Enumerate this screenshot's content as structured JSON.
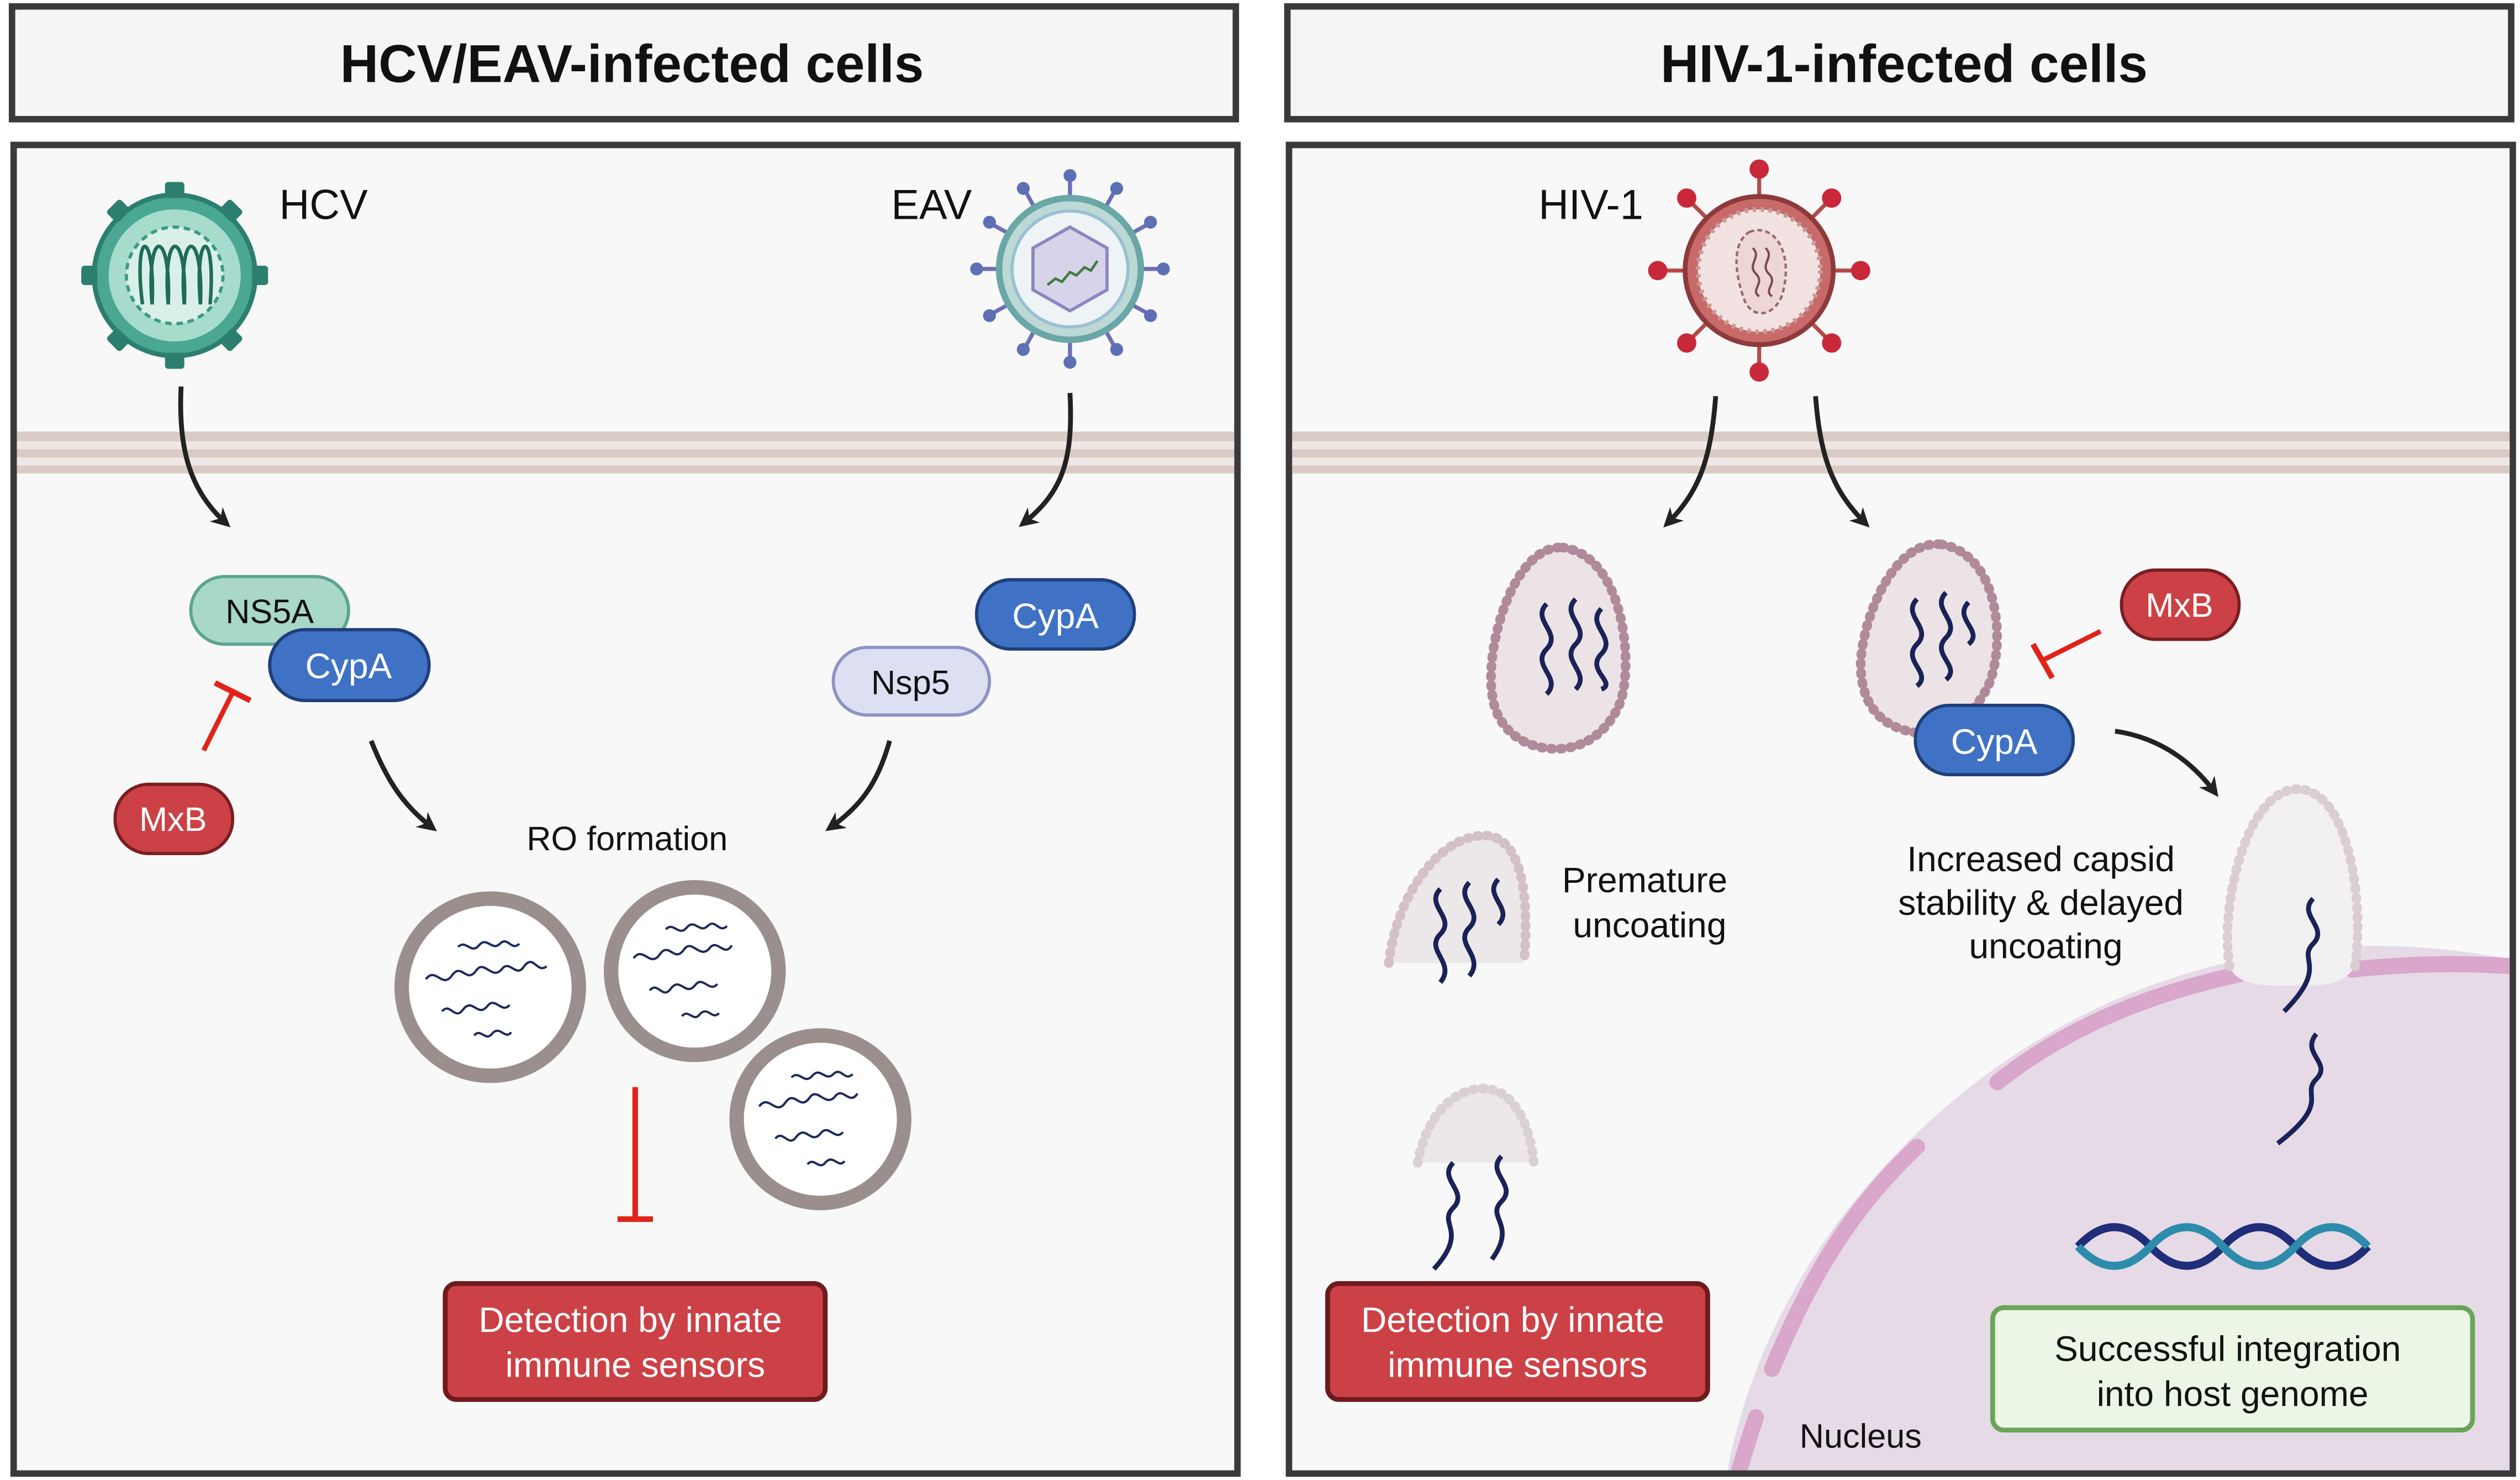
{
  "left": {
    "title": "HCV/EAV-infected cells",
    "virus1": "HCV",
    "virus2": "EAV",
    "protein_ns5a": "NS5A",
    "protein_cypa_1": "CypA",
    "protein_nsp5": "Nsp5",
    "protein_cypa_2": "CypA",
    "mxb": "MxB",
    "ro_formation": "RO formation",
    "detection": [
      "Detection by innate",
      "immune sensors"
    ]
  },
  "right": {
    "title": "HIV-1-infected cells",
    "virus": "HIV-1",
    "mxb": "MxB",
    "cypa": "CypA",
    "premature": [
      "Premature",
      "uncoating"
    ],
    "increased": [
      "Increased capsid",
      "stability & delayed",
      "uncoating"
    ],
    "detection": [
      "Detection by innate",
      "immune sensors"
    ],
    "integration": [
      "Successful integration",
      "into host genome"
    ],
    "nucleus": "Nucleus"
  },
  "colors": {
    "panel_border": "#3a3a3a",
    "panel_bg": "#f8f8f8",
    "membrane": "#d8c8c2",
    "cypa": "#3f72c4",
    "ns5a": "#a9d8c8",
    "nsp5": "#dde0f2",
    "mxb": "#cc4146",
    "inhibit": "#e2231a",
    "detection_box": "#cc4146",
    "integration_box": "#ecf6e6",
    "integration_border": "#6aa45a",
    "nucleus": "#e6dae6",
    "hcv": "#3c9a86",
    "eav": "#5d7cb8",
    "hiv": "#b05a5a"
  }
}
